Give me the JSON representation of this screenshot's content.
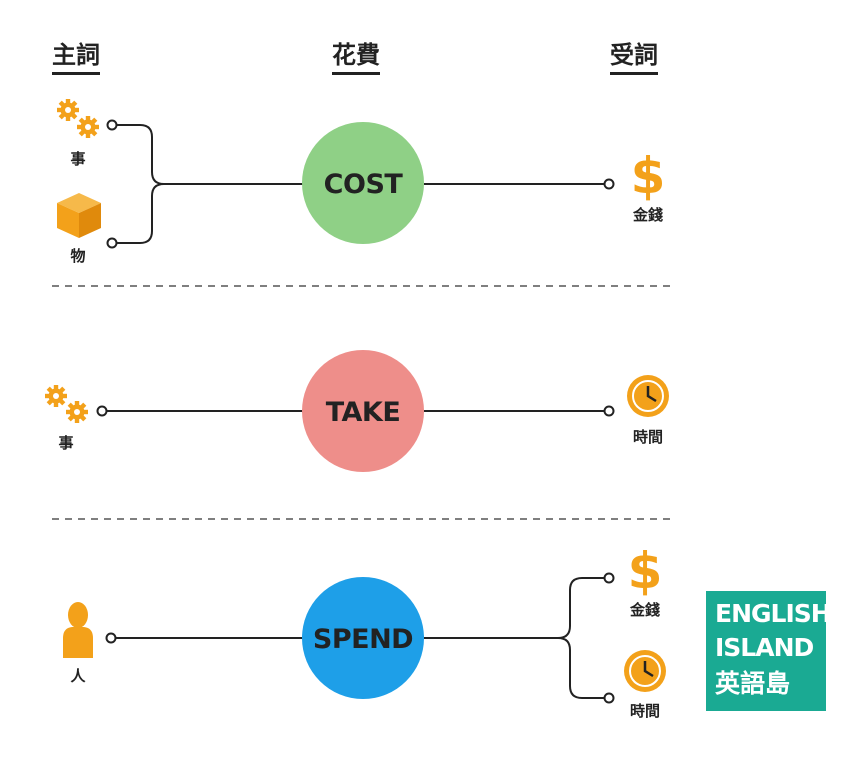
{
  "headers": {
    "subject": "主詞",
    "spend": "花費",
    "object": "受詞"
  },
  "rows": {
    "cost": {
      "verb": "COST",
      "subject_labels": [
        "事",
        "物"
      ],
      "object_labels": [
        "金錢"
      ]
    },
    "take": {
      "verb": "TAKE",
      "subject_labels": [
        "事"
      ],
      "object_labels": [
        "時間"
      ]
    },
    "spend": {
      "verb": "SPEND",
      "subject_labels": [
        "人"
      ],
      "object_labels": [
        "金錢",
        "時間"
      ]
    }
  },
  "icons": {
    "gears": "gears-icon",
    "box": "box-icon",
    "person": "person-icon",
    "dollar": "dollar-icon",
    "clock": "clock-icon"
  },
  "colors": {
    "cost": "#8fd086",
    "take": "#ee8e8a",
    "spend": "#1e9fe8",
    "icon": "#f3a11a",
    "line": "#222222",
    "logo": "#1aaa93"
  },
  "logo": {
    "line1": "ENGLISH",
    "line2": "ISLAND",
    "line3": "英語島"
  }
}
